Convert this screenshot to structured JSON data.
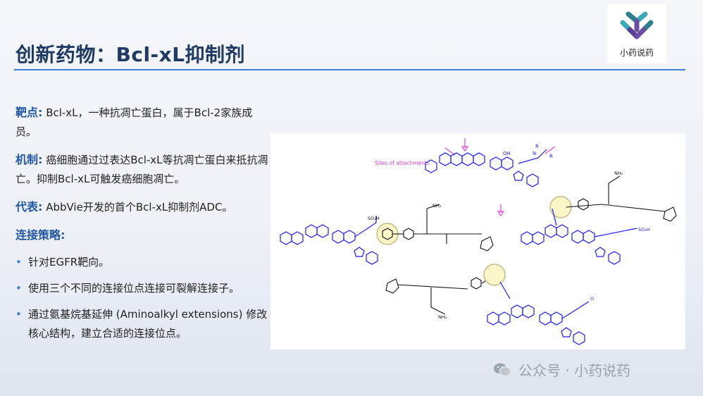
{
  "header": {
    "title": "创新药物：Bcl-xL抑制剂"
  },
  "logo": {
    "caption": "小药说药",
    "colors": [
      "#2f7f8c",
      "#6a4fa3",
      "#3aa8b5",
      "#5b3c8f"
    ]
  },
  "sections": [
    {
      "key": "靶点:",
      "text": "Bcl-xL，一种抗凋亡蛋白，属于Bcl-2家族成员。"
    },
    {
      "key": "机制:",
      "text": "癌细胞通过过表达Bcl-xL等抗凋亡蛋白来抵抗凋亡。抑制Bcl-xL可触发癌细胞凋亡。"
    },
    {
      "key": "代表:",
      "text": "AbbVie开发的首个Bcl-xL抑制剂ADC。"
    }
  ],
  "strategy": {
    "heading": "连接策略:",
    "items": [
      "针对EGFR靶向。",
      "使用三个不同的连接位点连接可裂解连接子。",
      "通过氨基烷基延伸 (Aminoalkyl extensions) 修改核心结构，建立合适的连接位点。"
    ]
  },
  "figure": {
    "annotation": "Sites of attachments",
    "colors": {
      "structure": "#1a1aff",
      "linker": "#111111",
      "arrow": "#e040e0",
      "highlight": "#fbf6c8",
      "highlight_ring": "#b8b070"
    }
  },
  "watermark": {
    "text": "公众号 · 小药说药",
    "icon": "wechat-icon"
  }
}
